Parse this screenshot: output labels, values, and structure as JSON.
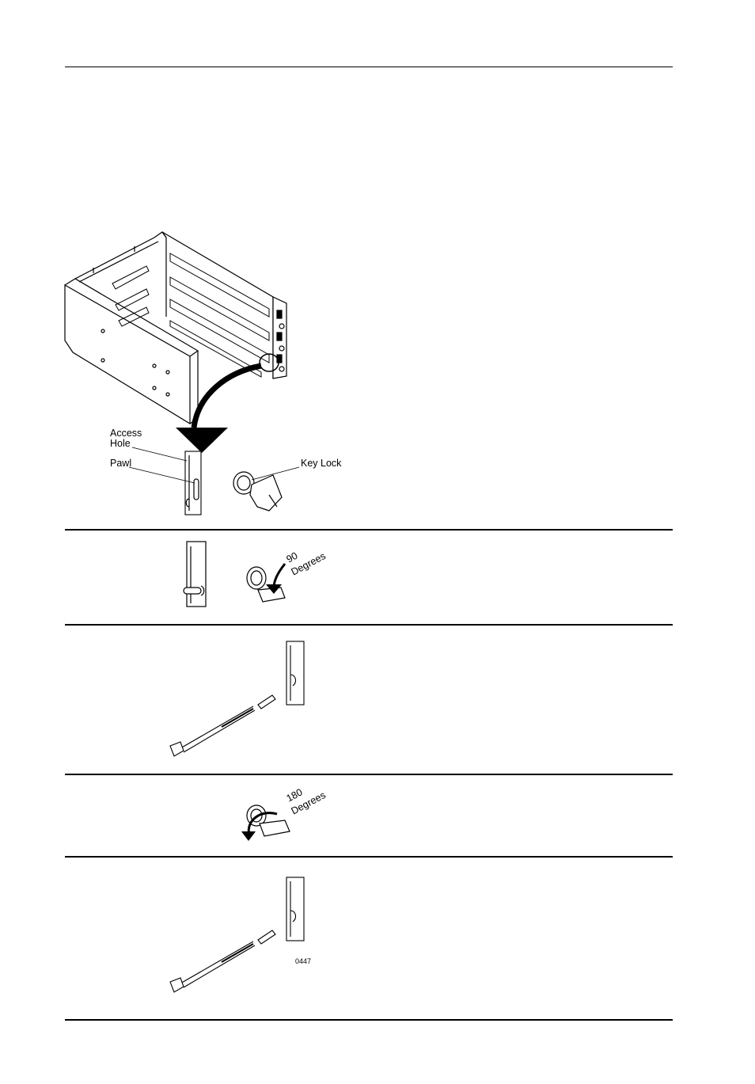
{
  "callouts": {
    "access_hole_line1": "Access",
    "access_hole_line2": "Hole",
    "pawl": "Pawl",
    "key_lock": "Key Lock"
  },
  "step2": {
    "rotation_value": "90",
    "rotation_unit": "Degrees"
  },
  "step4": {
    "rotation_value": "180",
    "rotation_unit": "Degrees"
  },
  "figure_code": "0447"
}
